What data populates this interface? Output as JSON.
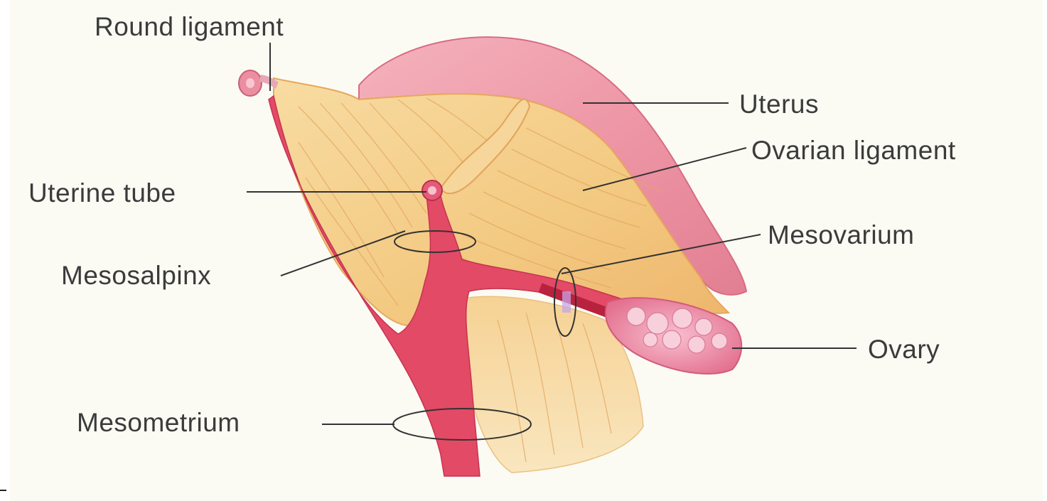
{
  "diagram": {
    "labels": {
      "round_ligament": "Round ligament",
      "uterus": "Uterus",
      "ovarian_ligament": "Ovarian ligament",
      "uterine_tube": "Uterine tube",
      "mesovarium": "Mesovarium",
      "mesosalpinx": "Mesosalpinx",
      "ovary": "Ovary",
      "mesometrium": "Mesometrium"
    },
    "colors": {
      "background": "#fbfbf4",
      "uterus": "#ee9aa8",
      "ligament_tissue": "#f5cf86",
      "vessel": "#e0405e",
      "ovary": "#f08aa8",
      "leader_line": "#333333",
      "label_text": "#3b3b3b"
    }
  }
}
